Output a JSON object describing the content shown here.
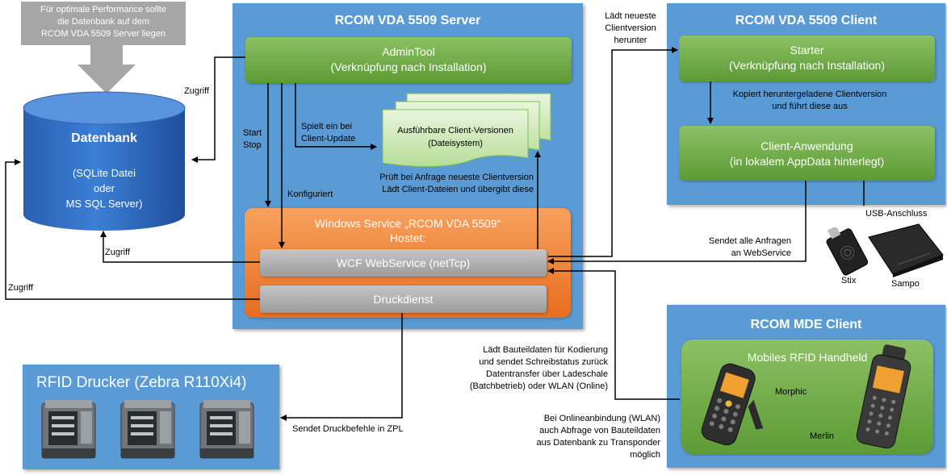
{
  "note_box": {
    "lines": [
      "Für optimale Performance sollte",
      "die Datenbank auf dem",
      "RCOM VDA 5509 Server  liegen"
    ]
  },
  "database": {
    "title": "Datenbank",
    "lines": [
      "(SQLite Datei",
      "oder",
      "MS SQL Server)"
    ]
  },
  "server": {
    "title": "RCOM VDA 5509 Server",
    "admintool": [
      "AdminTool",
      "(Verknüpfung nach Installation)"
    ],
    "client_versions": [
      "Ausführbare Client-Versionen",
      "(Dateisystem)"
    ],
    "windows_service": [
      "Windows Service „RCOM VDA 5509“",
      "Hostet:"
    ],
    "wcf": "WCF WebService  (netTcp)",
    "druck": "Druckdienst"
  },
  "client": {
    "title": "RCOM VDA 5509 Client",
    "starter": [
      "Starter",
      "(Verknüpfung nach Installation)"
    ],
    "app": [
      "Client-Anwendung",
      "(in lokalem AppData hinterlegt)"
    ]
  },
  "mde": {
    "title": "RCOM MDE Client",
    "inner_title": "Mobiles RFID Handheld",
    "device1": "Morphic",
    "device2": "Merlin"
  },
  "printer": {
    "title": "RFID Drucker (Zebra R110Xi4)"
  },
  "devices": {
    "usb": "USB-Anschluss",
    "stix": "Stix",
    "sampo": "Sampo"
  },
  "labels": {
    "zugriff1": "Zugriff",
    "zugriff2": "Zugriff",
    "zugriff3": "Zugriff",
    "start_stop": [
      "Start",
      "Stop"
    ],
    "spielt": [
      "Spielt ein bei",
      "Client-Update"
    ],
    "konfiguriert": "Konfiguriert",
    "prueft": [
      "Prüft bei Anfrage neueste Clientversion",
      "Lädt Client-Dateien und übergibt diese"
    ],
    "laedt_neueste": [
      "Lädt neueste",
      "Clientversion",
      "herunter"
    ],
    "kopiert": [
      "Kopiert heruntergeladene Clientversion",
      "und führt diese aus"
    ],
    "sendet_anfragen": [
      "Sendet  alle Anfragen",
      "an WebService"
    ],
    "bauteildaten": [
      "Lädt Bauteildaten für Kodierung",
      "und sendet Schreibstatus zurück",
      "Datentransfer über Ladeschale",
      "(Batchbetrieb) oder WLAN (Online)"
    ],
    "online": [
      "Bei Onlineanbindung (WLAN)",
      "auch Abfrage von Bauteildaten",
      "aus Datenbank zu Transponder",
      "möglich"
    ],
    "druckbefehle": "Sendet  Druckbefehle in ZPL"
  }
}
